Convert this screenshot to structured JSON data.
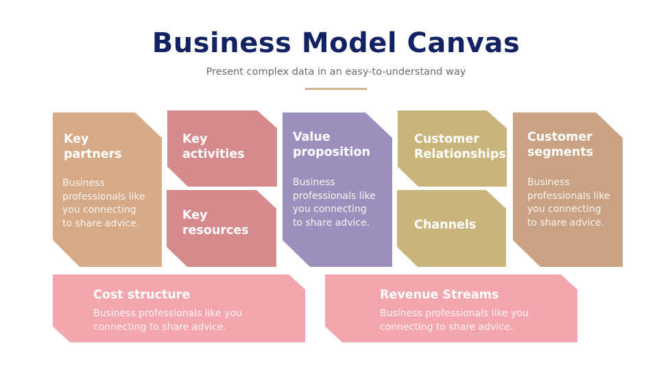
{
  "header": {
    "title": "Business Model Canvas",
    "subtitle": "Present complex data in an easy-to-understand way"
  },
  "colors": {
    "title": "#132263",
    "divider": "#d1b08a",
    "key_partners": "#d6a987",
    "key_activities": "#d58a8c",
    "key_resources": "#d58a8c",
    "value_proposition": "#9b90bd",
    "customer_relationships": "#c8b57c",
    "channels": "#c8b57c",
    "customer_segments": "#c8a283",
    "cost_structure": "#f3a6ad",
    "revenue_streams": "#f3a6ad"
  },
  "blocks": {
    "key_partners": {
      "title_line1": "Key",
      "title_line2": "partners",
      "desc": [
        "Business",
        "professionals like",
        "you connecting",
        "to share advice."
      ]
    },
    "key_activities": {
      "title_line1": "Key",
      "title_line2": "activities"
    },
    "key_resources": {
      "title_line1": "Key",
      "title_line2": "resources"
    },
    "value_proposition": {
      "title_line1": "Value",
      "title_line2": "proposition",
      "desc": [
        "Business",
        "professionals like",
        "you connecting",
        "to share advice."
      ]
    },
    "customer_relationships": {
      "title_line1": "Customer",
      "title_line2": "Relationships"
    },
    "channels": {
      "title_line1": "Channels"
    },
    "customer_segments": {
      "title_line1": "Customer",
      "title_line2": "segments",
      "desc": [
        "Business",
        "professionals like",
        "you connecting",
        "to share advice."
      ]
    },
    "cost_structure": {
      "title_line1": "Cost structure",
      "desc": [
        "Business professionals like you",
        "connecting to share advice."
      ]
    },
    "revenue_streams": {
      "title_line1": "Revenue Streams",
      "desc": [
        "Business professionals like you",
        "connecting to share advice."
      ]
    }
  }
}
